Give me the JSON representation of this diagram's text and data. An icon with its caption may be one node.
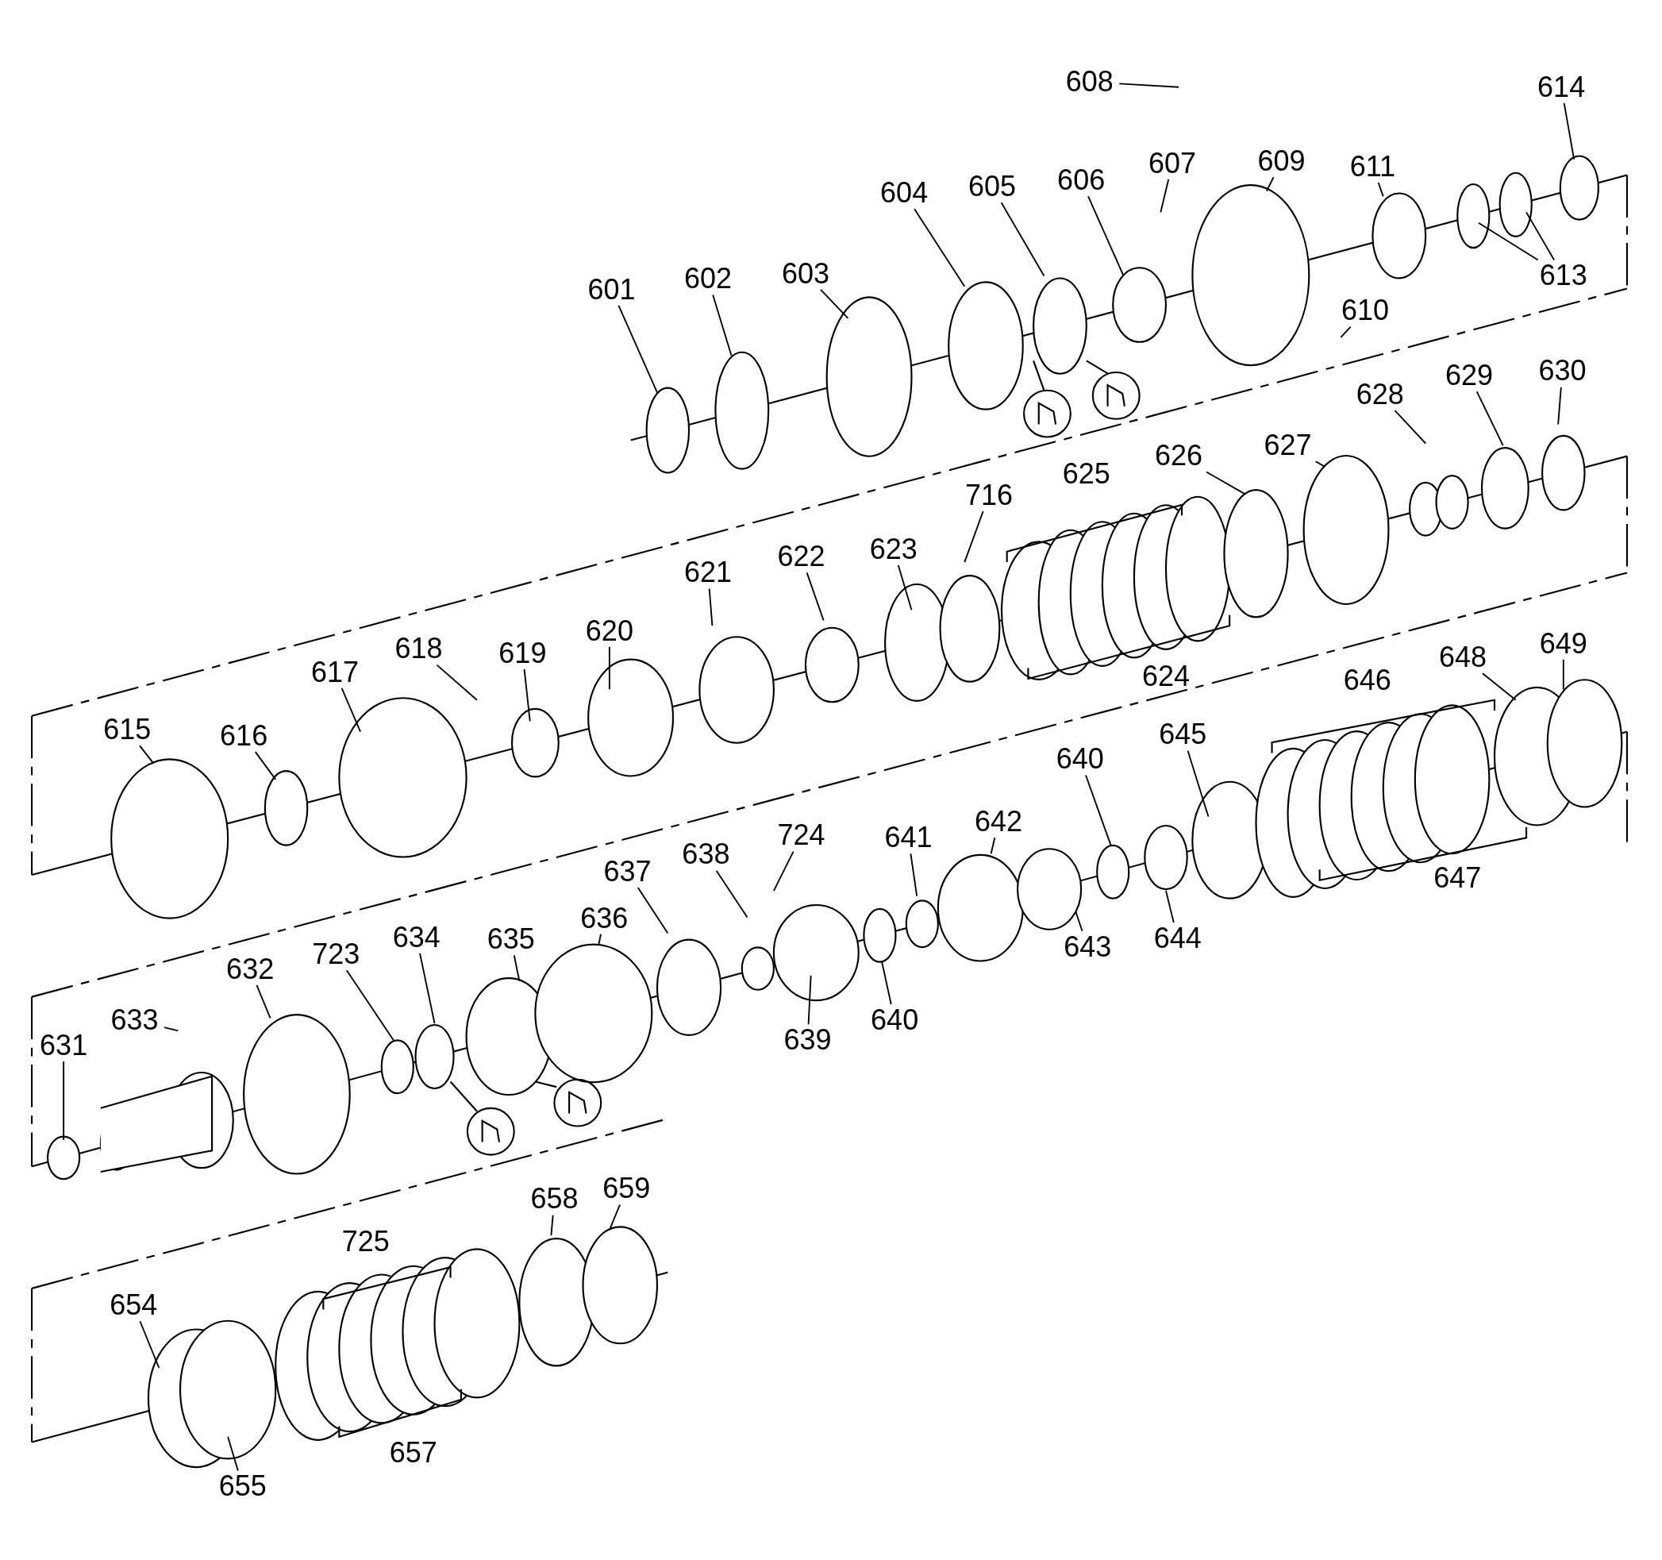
{
  "diagram": {
    "nodes": [
      {
        "text": [
          "608"
        ]
      },
      {
        "text": [
          "614"
        ]
      },
      {
        "text": [
          "607"
        ]
      },
      {
        "text": [
          "609"
        ]
      },
      {
        "text": [
          "611"
        ]
      },
      {
        "text": [
          "604"
        ]
      },
      {
        "text": [
          "605"
        ]
      },
      {
        "text": [
          "606"
        ]
      },
      {
        "text": [
          "601"
        ]
      },
      {
        "text": [
          "602"
        ]
      },
      {
        "text": [
          "603"
        ]
      },
      {
        "text": [
          "613"
        ]
      },
      {
        "text": [
          "610"
        ]
      },
      {
        "text": [
          "628"
        ]
      },
      {
        "text": [
          "629"
        ]
      },
      {
        "text": [
          "630"
        ]
      },
      {
        "text": [
          "716"
        ]
      },
      {
        "text": [
          "626"
        ]
      },
      {
        "text": [
          "627"
        ]
      },
      {
        "text": [
          "621"
        ]
      },
      {
        "text": [
          "622"
        ]
      },
      {
        "text": [
          "623"
        ]
      },
      {
        "text": [
          "618"
        ]
      },
      {
        "text": [
          "619"
        ]
      },
      {
        "text": [
          "620"
        ]
      },
      {
        "text": [
          "617"
        ]
      },
      {
        "text": [
          "615"
        ]
      },
      {
        "text": [
          "616"
        ]
      },
      {
        "text": [
          "648"
        ]
      },
      {
        "text": [
          "649"
        ]
      },
      {
        "text": [
          "640"
        ]
      },
      {
        "text": [
          "645"
        ]
      },
      {
        "text": [
          "724"
        ]
      },
      {
        "text": [
          "641"
        ]
      },
      {
        "text": [
          "642"
        ]
      },
      {
        "text": [
          "637"
        ]
      },
      {
        "text": [
          "638"
        ]
      },
      {
        "text": [
          "643"
        ]
      },
      {
        "text": [
          "644"
        ]
      },
      {
        "text": [
          "636"
        ]
      },
      {
        "text": [
          "723"
        ]
      },
      {
        "text": [
          "632"
        ]
      },
      {
        "text": [
          "634"
        ]
      },
      {
        "text": [
          "635"
        ]
      },
      {
        "text": [
          "633"
        ]
      },
      {
        "text": [
          "639"
        ]
      },
      {
        "text": [
          "640"
        ]
      },
      {
        "text": [
          "631"
        ]
      },
      {
        "text": [
          "658"
        ]
      },
      {
        "text": [
          "659"
        ]
      },
      {
        "text": [
          "654"
        ]
      },
      {
        "text": [
          "655"
        ]
      }
    ],
    "edges": [
      {
        "from": 0,
        "to": null,
        "arrow": "none"
      },
      {
        "from": 1,
        "to": null,
        "arrow": "none"
      },
      {
        "from": 2,
        "to": null,
        "arrow": "none"
      },
      {
        "from": 3,
        "to": null,
        "arrow": "none"
      },
      {
        "from": 4,
        "to": null,
        "arrow": "none"
      },
      {
        "from": 5,
        "to": null,
        "arrow": "none"
      },
      {
        "from": 6,
        "to": null,
        "arrow": "none"
      },
      {
        "from": 7,
        "to": null,
        "arrow": "none"
      },
      {
        "from": 8,
        "to": null,
        "arrow": "none"
      },
      {
        "from": 9,
        "to": null,
        "arrow": "none"
      },
      {
        "from": 10,
        "to": null,
        "arrow": "none"
      },
      {
        "from": 11,
        "to": null,
        "arrow": "none"
      },
      {
        "from": 11,
        "to": null,
        "arrow": "none"
      },
      {
        "from": 12,
        "to": null,
        "arrow": "none"
      },
      {
        "from": 13,
        "to": null,
        "arrow": "none"
      },
      {
        "from": 14,
        "to": null,
        "arrow": "none"
      },
      {
        "from": 15,
        "to": null,
        "arrow": "none"
      },
      {
        "from": 16,
        "to": null,
        "arrow": "none"
      },
      {
        "from": 17,
        "to": null,
        "arrow": "none"
      },
      {
        "from": 18,
        "to": null,
        "arrow": "none"
      },
      {
        "from": 19,
        "to": null,
        "arrow": "none"
      },
      {
        "from": 20,
        "to": null,
        "arrow": "none"
      },
      {
        "from": 21,
        "to": null,
        "arrow": "none"
      },
      {
        "from": 22,
        "to": null,
        "arrow": "none"
      },
      {
        "from": 23,
        "to": null,
        "arrow": "none"
      },
      {
        "from": 24,
        "to": null,
        "arrow": "none"
      },
      {
        "from": 25,
        "to": null,
        "arrow": "none"
      },
      {
        "from": 26,
        "to": null,
        "arrow": "none"
      },
      {
        "from": 27,
        "to": null,
        "arrow": "none"
      },
      {
        "from": 28,
        "to": null,
        "arrow": "none"
      },
      {
        "from": 29,
        "to": null,
        "arrow": "none"
      },
      {
        "from": 30,
        "to": null,
        "arrow": "none"
      },
      {
        "from": 31,
        "to": null,
        "arrow": "none"
      },
      {
        "from": 32,
        "to": null,
        "arrow": "none"
      },
      {
        "from": 33,
        "to": null,
        "arrow": "none"
      },
      {
        "from": 34,
        "to": null,
        "arrow": "none"
      },
      {
        "from": 35,
        "to": null,
        "arrow": "none"
      },
      {
        "from": 36,
        "to": null,
        "arrow": "none"
      },
      {
        "from": 37,
        "to": null,
        "arrow": "none"
      },
      {
        "from": 38,
        "to": null,
        "arrow": "none"
      },
      {
        "from": 39,
        "to": null,
        "arrow": "none"
      },
      {
        "from": 40,
        "to": null,
        "arrow": "none"
      },
      {
        "from": 41,
        "to": null,
        "arrow": "none"
      },
      {
        "from": 42,
        "to": null,
        "arrow": "none"
      },
      {
        "from": 43,
        "to": null,
        "arrow": "none"
      },
      {
        "from": 44,
        "to": null,
        "arrow": "none"
      },
      {
        "from": 45,
        "to": null,
        "arrow": "none"
      },
      {
        "from": 46,
        "to": null,
        "arrow": "none"
      },
      {
        "from": 47,
        "to": null,
        "arrow": "none"
      },
      {
        "from": 48,
        "to": null,
        "arrow": "none"
      },
      {
        "from": 49,
        "to": null,
        "arrow": "none"
      },
      {
        "from": 50,
        "to": null,
        "arrow": "none"
      },
      {
        "from": 51,
        "to": null,
        "arrow": "none"
      }
    ],
    "labels": [
      "625",
      "624",
      "646",
      "647",
      "725",
      "657"
    ]
  }
}
